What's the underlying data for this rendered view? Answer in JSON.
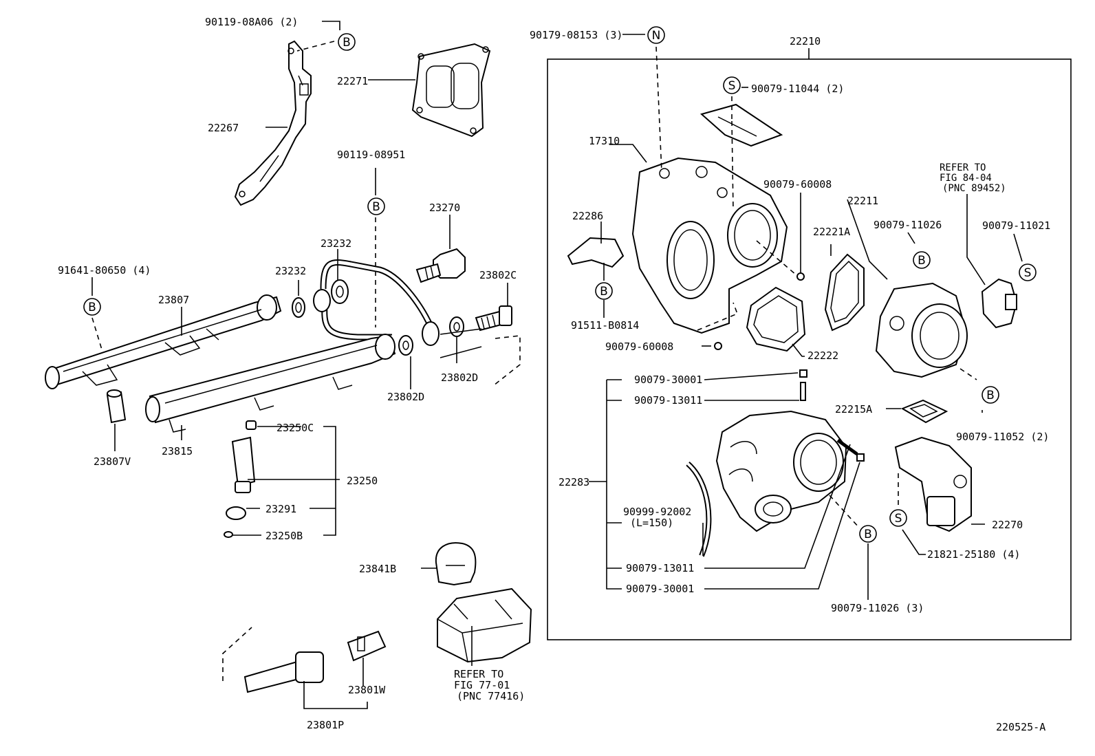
{
  "labels": {
    "p_90119_08A06": "90119-08A06 (2)",
    "p_22271": "22271",
    "p_22267": "22267",
    "p_90119_08951": "90119-08951",
    "p_23270": "23270",
    "p_23232_a": "23232",
    "p_23232_b": "23232",
    "p_23802C": "23802C",
    "p_91641_80650": "91641-80650 (4)",
    "p_23807": "23807",
    "p_23802D_a": "23802D",
    "p_23802D_b": "23802D",
    "p_23807V": "23807V",
    "p_23815": "23815",
    "p_23250C": "23250C",
    "p_23250": "23250",
    "p_23291": "23291",
    "p_23250B": "23250B",
    "p_23841B": "23841B",
    "p_23801W": "23801W",
    "p_23801P": "23801P",
    "refer_77_l1": "REFER TO",
    "refer_77_l2": "FIG 77-01",
    "refer_77_l3": "(PNC 77416)",
    "p_90179_08153": "90179-08153 (3)",
    "p_22210": "22210",
    "p_90079_11044": "90079-11044 (2)",
    "p_17310": "17310",
    "p_22286": "22286",
    "p_91511_B0814": "91511-B0814",
    "p_90079_60008_a": "90079-60008",
    "p_90079_60008_b": "90079-60008",
    "p_22221A": "22221A",
    "p_22211": "22211",
    "p_90079_11026_a": "90079-11026",
    "refer_84_l1": "REFER TO",
    "refer_84_l2": "FIG 84-04",
    "refer_84_l3": "(PNC 89452)",
    "p_90079_11021": "90079-11021",
    "p_22222": "22222",
    "p_90079_30001_a": "90079-30001",
    "p_90079_13011_a": "90079-13011",
    "p_22215A": "22215A",
    "p_90079_11052": "90079-11052 (2)",
    "p_22283": "22283",
    "p_90999_92002": "90999-92002",
    "p_L150": "(L=150)",
    "p_22270": "22270",
    "p_21821_25180": "21821-25180 (4)",
    "p_90079_13011_b": "90079-13011",
    "p_90079_30001_b": "90079-30001",
    "p_90079_11026_b": "90079-11026 (3)",
    "diagram_id": "220525-A"
  },
  "markers": {
    "B": "B",
    "N": "N",
    "S": "S"
  }
}
